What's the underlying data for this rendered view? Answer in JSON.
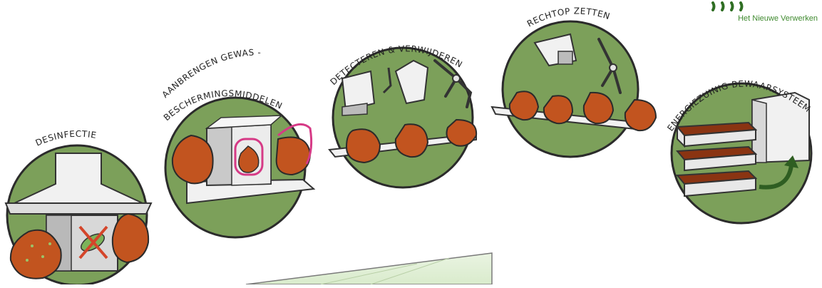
{
  "brand": {
    "tagline": "Het Nieuwe Verwerken"
  },
  "steps": [
    {
      "label": "DESINFECTIE"
    },
    {
      "label": "AANBRENGEN GEWAS -"
    },
    {
      "label": "BESCHERMINGSMIDDELEN"
    },
    {
      "label": "DETECTEREN & VERWIJDEREN"
    },
    {
      "label": "RECHTOP ZETTEN"
    },
    {
      "label": "ENERGIEZUINIG BEWAARSYSTEEM"
    }
  ],
  "colors": {
    "circle_green": "#7ca05a",
    "bulb": "#c2541f",
    "bulb_dark": "#8a3412",
    "brand_green": "#3f8a2f",
    "magenta": "#d63a86",
    "box_light": "#f1f1f1",
    "box_side": "#c9c9c9"
  }
}
